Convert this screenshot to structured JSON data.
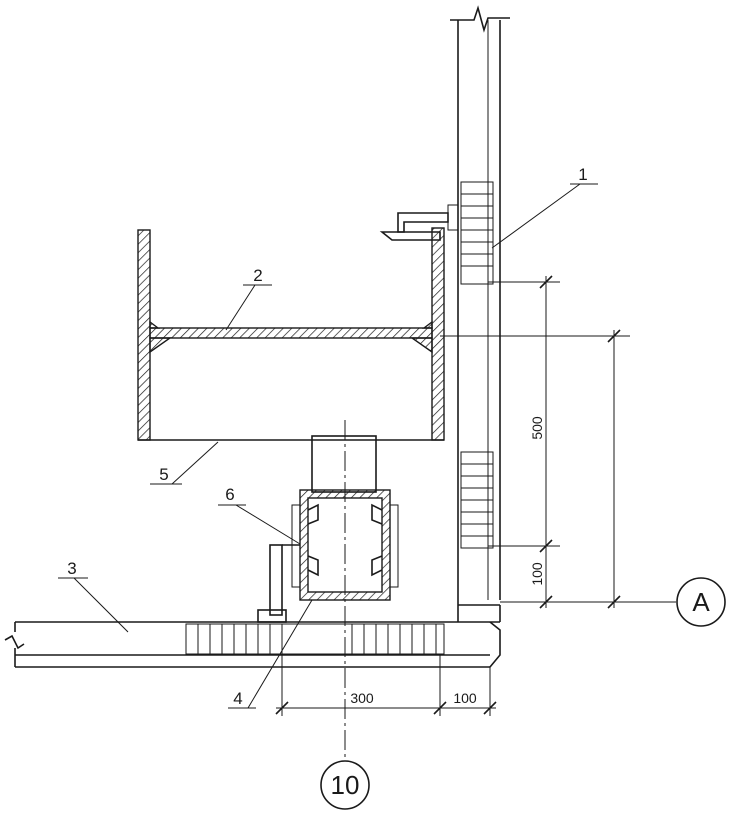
{
  "labels": {
    "part_1": "1",
    "part_2": "2",
    "part_3": "3",
    "part_4": "4",
    "part_5": "5",
    "part_6": "6"
  },
  "dimensions": {
    "vertical_500": "500",
    "vertical_100": "100",
    "horizontal_300": "300",
    "horizontal_100": "100"
  },
  "axes": {
    "row_axis": "A",
    "column_axis": "10"
  }
}
